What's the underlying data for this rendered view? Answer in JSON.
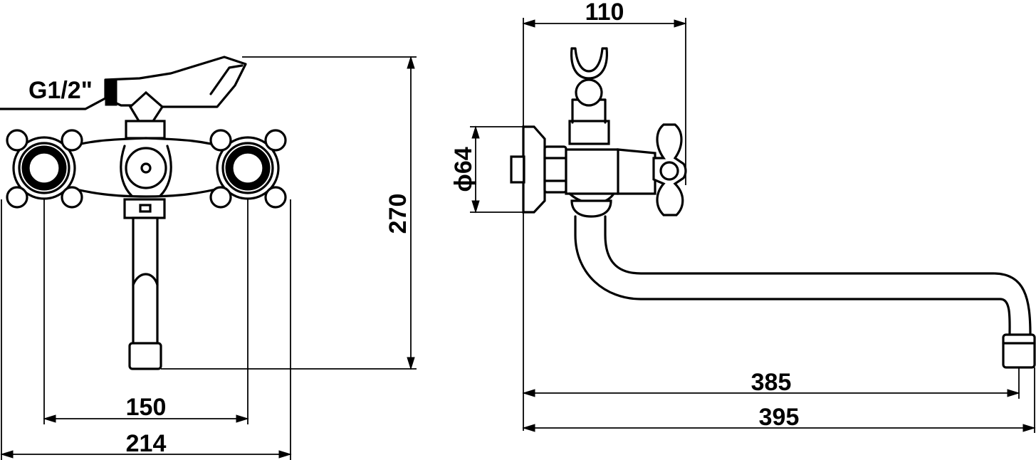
{
  "labels": {
    "thread": "G1/2\"",
    "diameter": "ϕ64"
  },
  "dimensions": {
    "front_height": "270",
    "handle_spacing": "150",
    "front_width": "214",
    "side_depth": "110",
    "spout_reach": "385",
    "side_total_length": "395"
  },
  "colors": {
    "line": "#000000",
    "background": "#ffffff"
  }
}
